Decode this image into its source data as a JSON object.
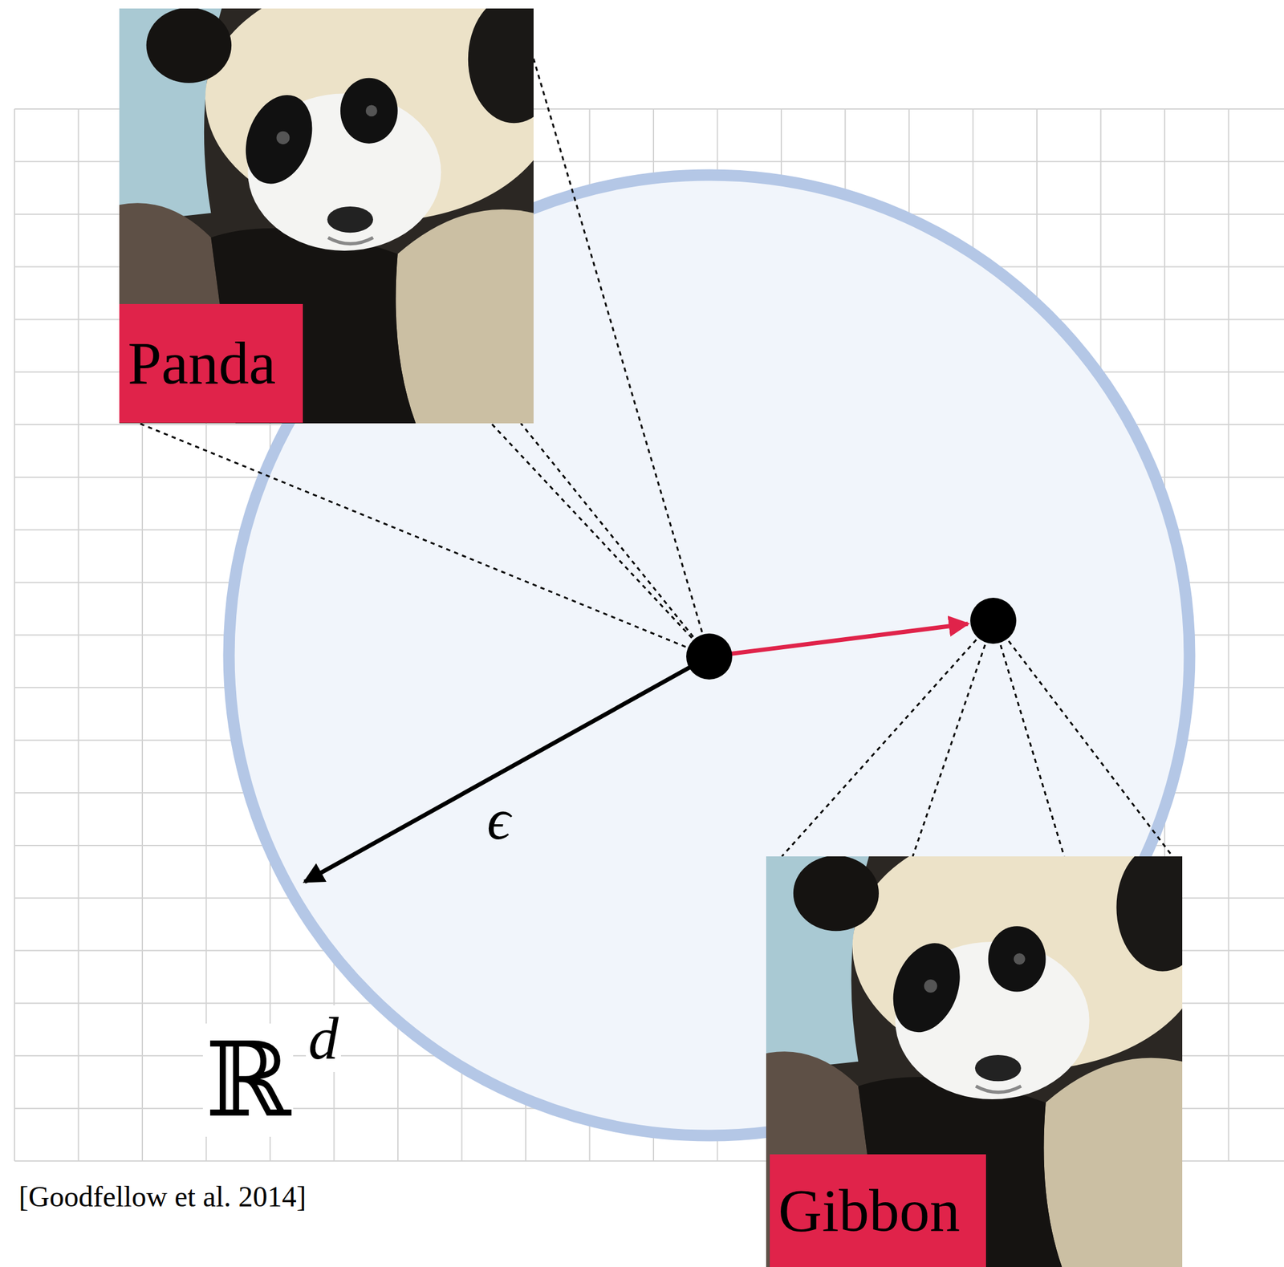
{
  "diagram": {
    "nodes": [
      {
        "text": [
          "Panda"
        ]
      },
      {
        "text": [
          "Gibbon"
        ]
      }
    ],
    "labels": [
      "ϵ",
      "ℝ",
      "d",
      "[Goodfellow et al. 2014]"
    ]
  }
}
